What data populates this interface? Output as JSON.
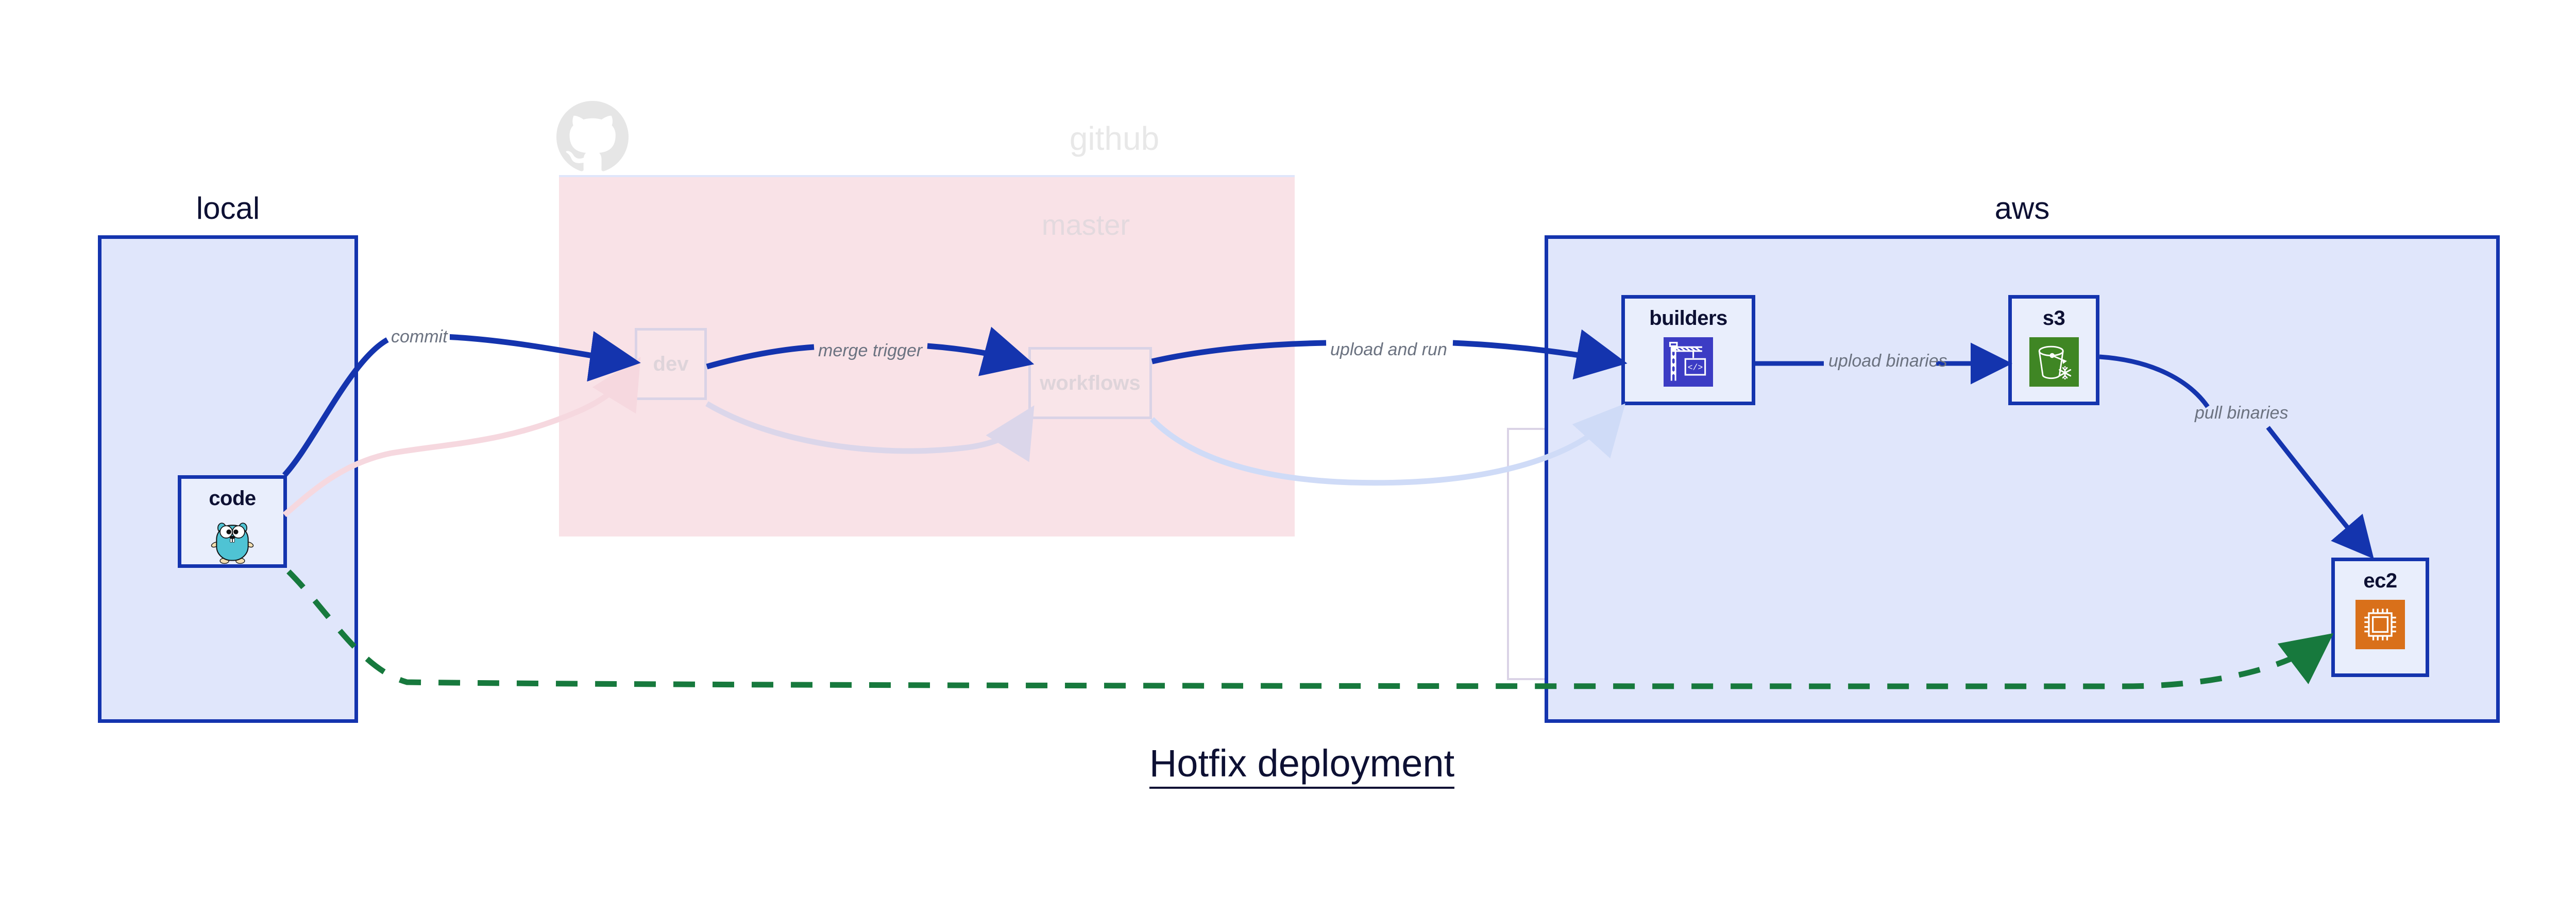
{
  "diagram": {
    "title": "Hotfix deployment",
    "type": "architecture-flow"
  },
  "groups": [
    {
      "id": "local",
      "label": "local",
      "fill": "#e0e6fb",
      "stroke": "#1434ae",
      "faded": false
    },
    {
      "id": "github",
      "label": "github",
      "fill": "#f9e2e7",
      "stroke": "#dfe6fb",
      "faded": true
    },
    {
      "id": "master",
      "label": "master",
      "fill": "transparent",
      "stroke": "#dad3e6",
      "faded": true
    },
    {
      "id": "aws",
      "label": "aws",
      "fill": "#e0e6fb",
      "stroke": "#1434ae",
      "faded": false
    }
  ],
  "nodes": [
    {
      "id": "code",
      "label": "code",
      "group": "local",
      "icon": "go-gopher-icon",
      "faded": false
    },
    {
      "id": "dev",
      "label": "dev",
      "group": "github",
      "icon": "none",
      "faded": true
    },
    {
      "id": "workflows",
      "label": "workflows",
      "group": "master",
      "icon": "none",
      "faded": true
    },
    {
      "id": "builders",
      "label": "builders",
      "group": "aws",
      "icon": "aws-codebuild-icon",
      "faded": false
    },
    {
      "id": "s3",
      "label": "s3",
      "group": "aws",
      "icon": "aws-s3-glacier-icon",
      "faded": false
    },
    {
      "id": "ec2",
      "label": "ec2",
      "group": "aws",
      "icon": "aws-ec2-icon",
      "faded": false
    }
  ],
  "edges": [
    {
      "id": "e-commit",
      "from": "code",
      "to": "dev",
      "label": "commit",
      "style": "solid",
      "color": "#1434ae",
      "faded": false
    },
    {
      "id": "e-merge",
      "from": "dev",
      "to": "workflows",
      "label": "merge trigger",
      "style": "solid",
      "color": "#1434ae",
      "faded": false
    },
    {
      "id": "e-upload-run",
      "from": "workflows",
      "to": "builders",
      "label": "upload and run",
      "style": "solid",
      "color": "#1434ae",
      "faded": false
    },
    {
      "id": "e-upload-bin",
      "from": "builders",
      "to": "s3",
      "label": "upload binaries",
      "style": "solid",
      "color": "#1434ae",
      "faded": false
    },
    {
      "id": "e-pull",
      "from": "s3",
      "to": "ec2",
      "label": "pull binaries",
      "style": "solid",
      "color": "#1434ae",
      "faded": false
    },
    {
      "id": "e-hotfix",
      "from": "code",
      "to": "ec2",
      "label": "",
      "style": "dashed",
      "color": "#17793d",
      "faded": false
    },
    {
      "id": "e-back-1",
      "from": "code",
      "to": "dev",
      "label": "",
      "style": "solid",
      "color": "#f6d8df",
      "faded": true
    },
    {
      "id": "e-back-2",
      "from": "dev",
      "to": "workflows",
      "label": "",
      "style": "solid",
      "color": "#e0dcee",
      "faded": true
    },
    {
      "id": "e-back-3",
      "from": "workflows",
      "to": "builders",
      "label": "",
      "style": "solid",
      "color": "#dfe6fb",
      "faded": true
    }
  ],
  "icons": {
    "octocat": "github-octocat-icon",
    "gopher": "go-gopher-icon",
    "codebuild": "aws-codebuild-icon",
    "s3glacier": "aws-s3-glacier-icon",
    "ec2": "aws-ec2-icon"
  },
  "colors": {
    "primary_blue": "#1434ae",
    "group_blue_fill": "#e0e6fb",
    "node_blue_fill": "#e9eefc",
    "github_pink_fill": "#f9e2e7",
    "faded_border": "#dad3e6",
    "faded_text": "#ded4da",
    "octocat_gray": "#e6e6e6",
    "edge_label_gray": "#6b7280",
    "hotfix_green": "#17793d",
    "codebuild_purple": "#3c3cc4",
    "s3_green": "#3f8624",
    "ec2_orange": "#d9701a",
    "title_navy": "#0d1033",
    "background": "#ffffff"
  }
}
